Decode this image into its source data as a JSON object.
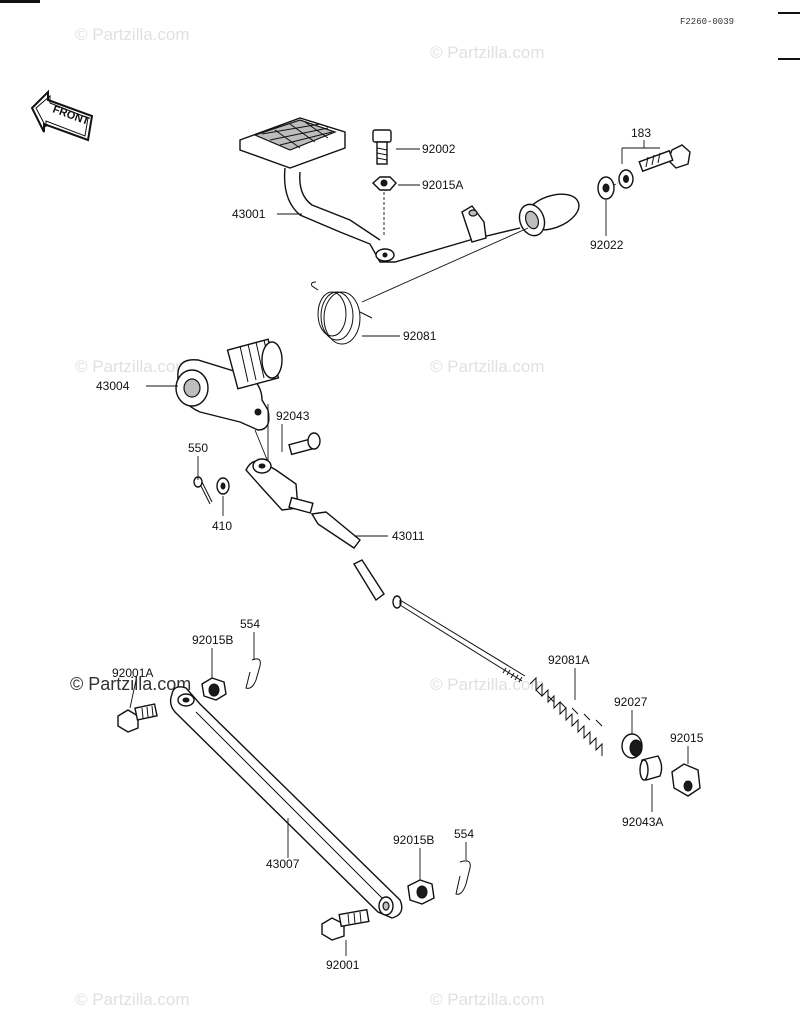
{
  "diagram": {
    "drawing_code": "F2260-0039",
    "direction_label": "FRONT",
    "watermark": "© Partzilla.com",
    "parts": [
      {
        "number": "92002"
      },
      {
        "number": "92015A"
      },
      {
        "number": "183"
      },
      {
        "number": "43001"
      },
      {
        "number": "92022"
      },
      {
        "number": "92081"
      },
      {
        "number": "43004"
      },
      {
        "number": "92043"
      },
      {
        "number": "550"
      },
      {
        "number": "410"
      },
      {
        "number": "43011"
      },
      {
        "number": "92015B"
      },
      {
        "number": "554"
      },
      {
        "number": "92001A"
      },
      {
        "number": "92081A"
      },
      {
        "number": "92027"
      },
      {
        "number": "92015"
      },
      {
        "number": "92043A"
      },
      {
        "number": "43007"
      },
      {
        "number": "92015B"
      },
      {
        "number": "554"
      },
      {
        "number": "92001"
      }
    ]
  }
}
